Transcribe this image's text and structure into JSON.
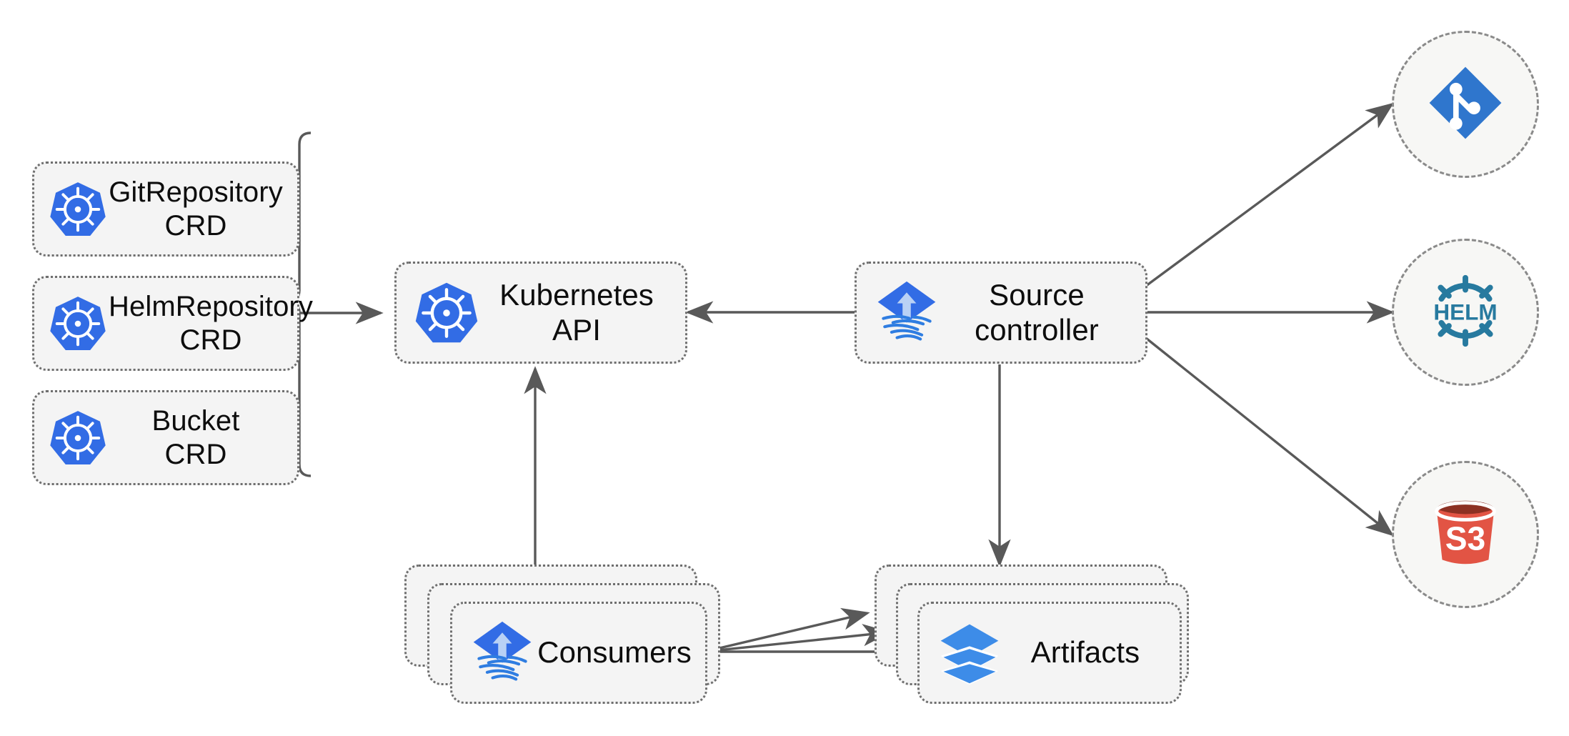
{
  "diagram": {
    "title": "Flux source-controller architecture",
    "palette": {
      "box_fill": "#f4f4f4",
      "box_border": "#6e6e6e",
      "circle_fill": "#f7f7f5",
      "circle_border": "#8a8a8a",
      "edge": "#595959",
      "kubernetes_blue": "#326ce5",
      "flux_blue": "#326ce5",
      "artifact_blue": "#3d8ce8",
      "helm_blue": "#277a9f",
      "s3_red": "#e25444",
      "s3_dark": "#8c3123",
      "git_blue": "#2f76cd",
      "text": "#0d0d0d"
    },
    "crds": [
      {
        "label": "GitRepository\nCRD",
        "icon": "kubernetes-icon"
      },
      {
        "label": "HelmRepository\nCRD",
        "icon": "kubernetes-icon"
      },
      {
        "label": "Bucket\nCRD",
        "icon": "kubernetes-icon"
      }
    ],
    "nodes": {
      "kubernetes_api": {
        "label": "Kubernetes API",
        "icon": "kubernetes-icon"
      },
      "source_controller": {
        "label": "Source\ncontroller",
        "icon": "flux-icon"
      },
      "consumers": {
        "label": "Consumers",
        "icon": "flux-icon",
        "stacked": 3
      },
      "artifacts": {
        "label": "Artifacts",
        "icon": "layers-icon",
        "stacked": 3
      }
    },
    "sources": [
      {
        "label": "Git",
        "icon": "git-icon"
      },
      {
        "label": "Helm",
        "icon": "helm-icon",
        "wordmark": "HELM"
      },
      {
        "label": "S3",
        "icon": "s3-icon",
        "wordmark": "S3"
      }
    ],
    "edges": [
      {
        "from": "crd-group",
        "to": "kubernetes-api",
        "direction": "right"
      },
      {
        "from": "source-controller",
        "to": "kubernetes-api",
        "direction": "left"
      },
      {
        "from": "source-controller",
        "to": "git-source",
        "direction": "up-right"
      },
      {
        "from": "source-controller",
        "to": "helm-source",
        "direction": "right"
      },
      {
        "from": "source-controller",
        "to": "s3-source",
        "direction": "down-right"
      },
      {
        "from": "source-controller",
        "to": "artifacts",
        "direction": "down"
      },
      {
        "from": "consumers",
        "to": "kubernetes-api",
        "direction": "up"
      },
      {
        "from": "consumers",
        "to": "artifacts",
        "direction": "right"
      },
      {
        "from": "consumers",
        "to": "artifacts",
        "direction": "right"
      },
      {
        "from": "consumers",
        "to": "artifacts",
        "direction": "right"
      }
    ]
  }
}
